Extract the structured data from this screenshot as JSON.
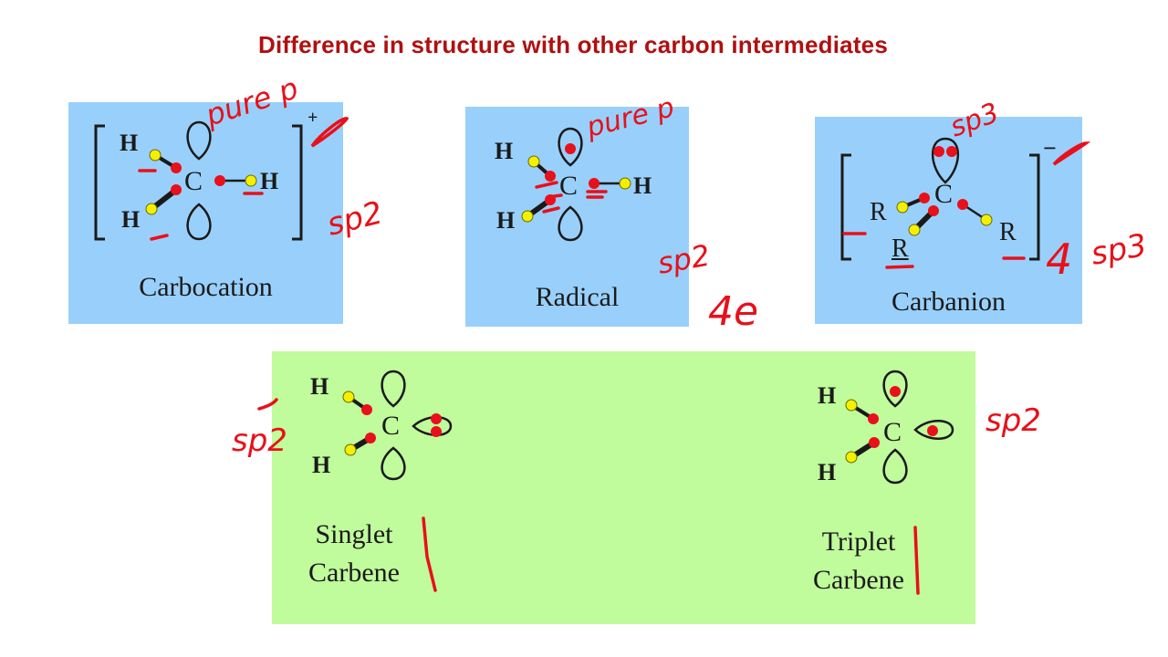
{
  "title": "Difference in structure with other carbon intermediates",
  "colors": {
    "title": "#b01010",
    "panel_blue": "#99d0fb",
    "panel_green": "#c0fb9c",
    "annotation": "#e8101a",
    "electron_red": "#e8101a",
    "electron_yellow": "#f5f000"
  },
  "panels": {
    "carbocation": {
      "label": "Carbocation",
      "charge": "+",
      "center": "C",
      "substituents": [
        "H",
        "H",
        "H"
      ]
    },
    "radical": {
      "label": "Radical",
      "center": "C",
      "substituents": [
        "H",
        "H",
        "H"
      ]
    },
    "carbanion": {
      "label": "Carbanion",
      "charge": "−",
      "center": "C",
      "substituents": [
        "R",
        "R",
        "R"
      ]
    },
    "singlet": {
      "label_line1": "Singlet",
      "label_line2": "Carbene",
      "center": "C",
      "substituents": [
        "H",
        "H"
      ]
    },
    "triplet": {
      "label_line1": "Triplet",
      "label_line2": "Carbene",
      "center": "C",
      "substituents": [
        "H",
        "H"
      ]
    }
  },
  "annotations": {
    "carbocation_orbital": "pure p",
    "carbocation_hybrid": "sp2",
    "radical_orbital": "pure p",
    "radical_hybrid": "sp2",
    "radical_electrons": "4e",
    "carbanion_orbital": "sp3",
    "carbanion_count": "4",
    "carbanion_hybrid": "sp3",
    "singlet_hybrid": "sp2",
    "triplet_hybrid": "sp2"
  }
}
